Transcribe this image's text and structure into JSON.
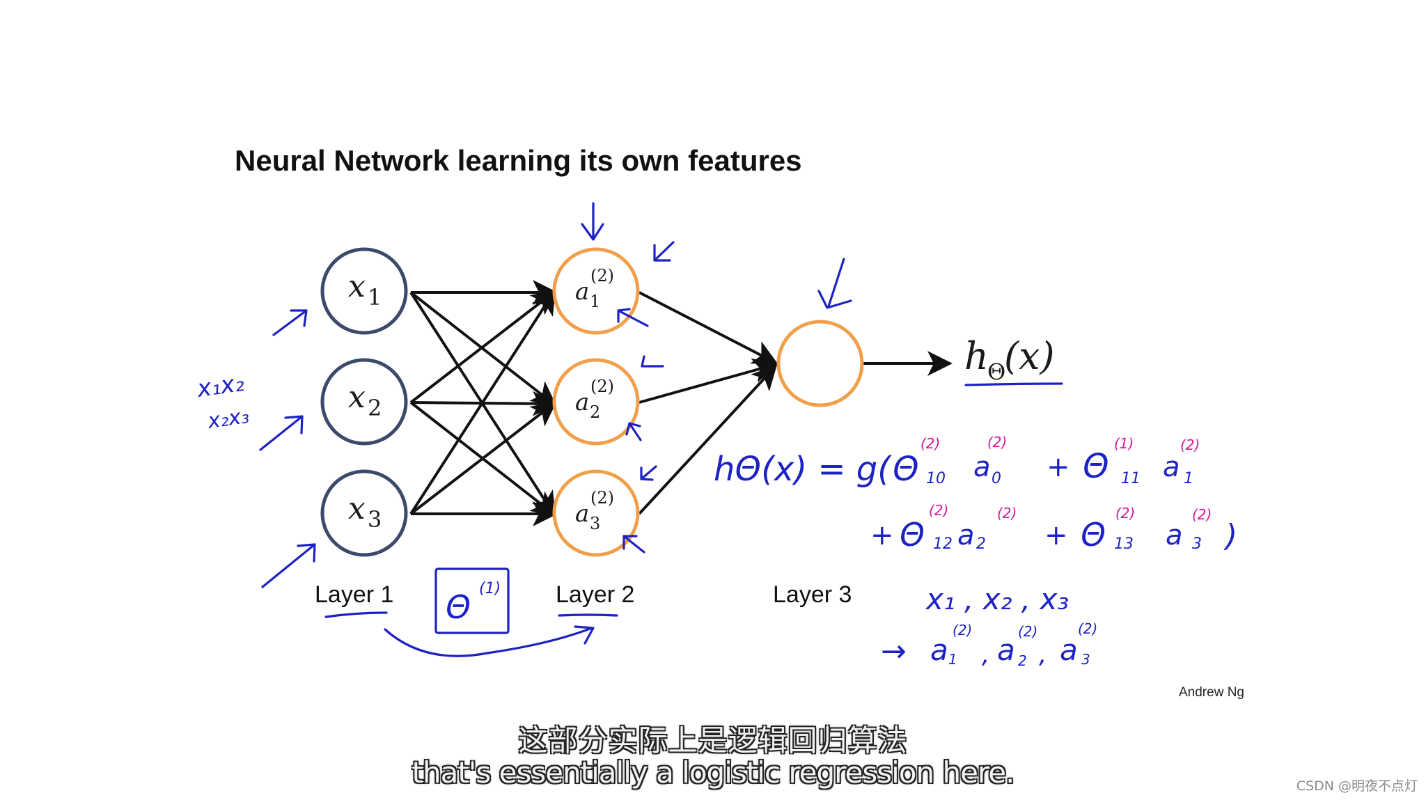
{
  "slide": {
    "title": "Neural Network learning its own features",
    "author": "Andrew Ng",
    "colors": {
      "ink": "#111111",
      "hidden_node": "#f0a04b",
      "input_node": "#3b4a6b",
      "handwriting_blue": "#1d22c4",
      "handwriting_pink": "#d5169a"
    }
  },
  "network": {
    "input_nodes": [
      {
        "var": "x",
        "sub": "1"
      },
      {
        "var": "x",
        "sub": "2"
      },
      {
        "var": "x",
        "sub": "3"
      }
    ],
    "hidden_nodes": [
      {
        "var": "a",
        "sub": "1",
        "sup": "(2)"
      },
      {
        "var": "a",
        "sub": "2",
        "sup": "(2)"
      },
      {
        "var": "a",
        "sub": "3",
        "sup": "(2)"
      }
    ],
    "output": {
      "h": "h",
      "sub": "Θ",
      "arg": "(x)"
    },
    "layer_labels": [
      "Layer 1",
      "Layer 2",
      "Layer 3"
    ]
  },
  "annotations": {
    "input_note_1": "x₁x₂",
    "input_note_2": "x₂x₃",
    "theta_box": {
      "sym": "Θ",
      "sup": "(1)"
    },
    "hypothesis": {
      "line1": {
        "lhs": "hΘ(x) = g(",
        "t1": "Θ",
        "t1_sup": "(2)",
        "t1_sub": "10",
        "a1": "a",
        "a1_sup": "(2)",
        "a1_sub": "0",
        "plus": "+",
        "t2": "Θ",
        "t2_sup": "(1)",
        "t2_sub": "11",
        "a2": "a",
        "a2_sup": "(2)",
        "a2_sub": "1"
      },
      "line2": {
        "plus1": "+",
        "t3": "Θ",
        "t3_sup": "(2)",
        "t3_sub": "12",
        "a3": "a",
        "a3_sup": "(2)",
        "a3_sub": "2",
        "plus2": "+",
        "t4": "Θ",
        "t4_sup": "(2)",
        "t4_sub": "13",
        "a4": "a",
        "a4_sup": "(2)",
        "a4_sub": "3",
        "close": ")"
      }
    },
    "inputs_list": "x₁ , x₂ , x₃",
    "activations_list": {
      "arrow": "→",
      "a": "a",
      "sup": "(2)",
      "subs": [
        "1",
        "2",
        "3"
      ],
      "sep": ","
    }
  },
  "subtitles": {
    "zh": "这部分实际上是逻辑回归算法",
    "en": "that's essentially a logistic regression here."
  },
  "watermark": "CSDN @明夜不点灯"
}
